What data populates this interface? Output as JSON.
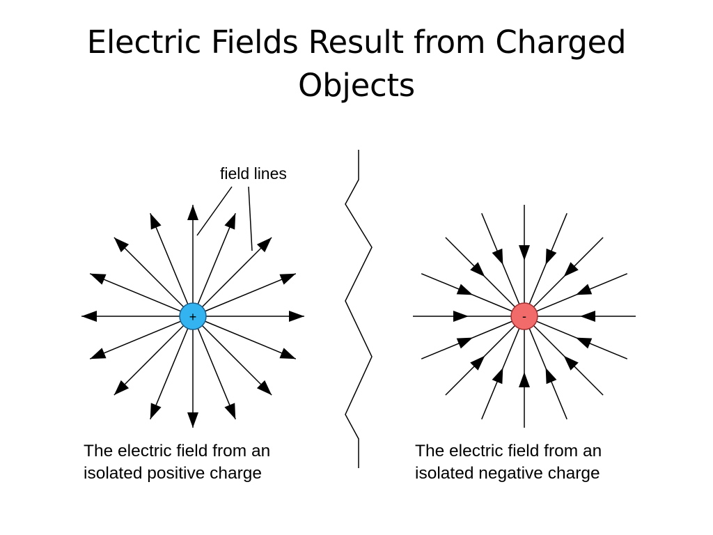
{
  "title": "Electric Fields Result from Charged Objects",
  "labels": {
    "field_lines": "field lines",
    "positive_sign": "+",
    "negative_sign": "-"
  },
  "captions": {
    "positive": [
      "The electric field from an",
      "isolated positive charge"
    ],
    "negative": [
      "The electric field from an",
      "isolated negative charge"
    ]
  },
  "colors": {
    "positive_charge": "#33B4F0",
    "negative_charge": "#F26B6B",
    "lines": "#000000"
  },
  "field_line_count": 16
}
